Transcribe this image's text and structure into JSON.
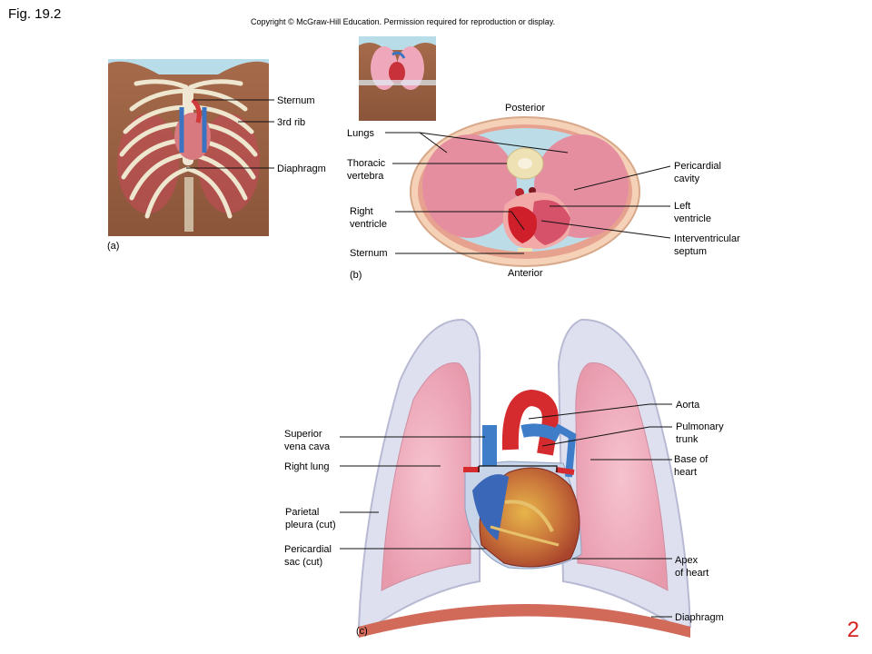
{
  "header": {
    "figure": "Fig. 19.2",
    "copyright": "Copyright © McGraw-Hill Education. Permission required for reproduction or display."
  },
  "panel_a": {
    "tag": "(a)",
    "labels": {
      "sternum": "Sternum",
      "rib": "3rd rib",
      "diaphragm": "Diaphragm"
    }
  },
  "panel_b": {
    "tag": "(b)",
    "posterior": "Posterior",
    "anterior": "Anterior",
    "labels": {
      "lungs": "Lungs",
      "thoracic": "Thoracic\nvertebra",
      "right_ventricle": "Right\nventricle",
      "sternum": "Sternum",
      "pericardial_cavity": "Pericardial\ncavity",
      "left_ventricle": "Left\nventricle",
      "septum": "Interventricular\nseptum"
    }
  },
  "panel_c": {
    "tag": "(c)",
    "labels": {
      "aorta": "Aorta",
      "pulmonary": "Pulmonary\ntrunk",
      "base": "Base of\nheart",
      "apex": "Apex\nof heart",
      "diaphragm": "Diaphragm",
      "svc": "Superior\nvena cava",
      "right_lung": "Right lung",
      "parietal": "Parietal\npleura (cut)",
      "pericardial_sac": "Pericardial\nsac (cut)"
    }
  },
  "slide_number": "2"
}
